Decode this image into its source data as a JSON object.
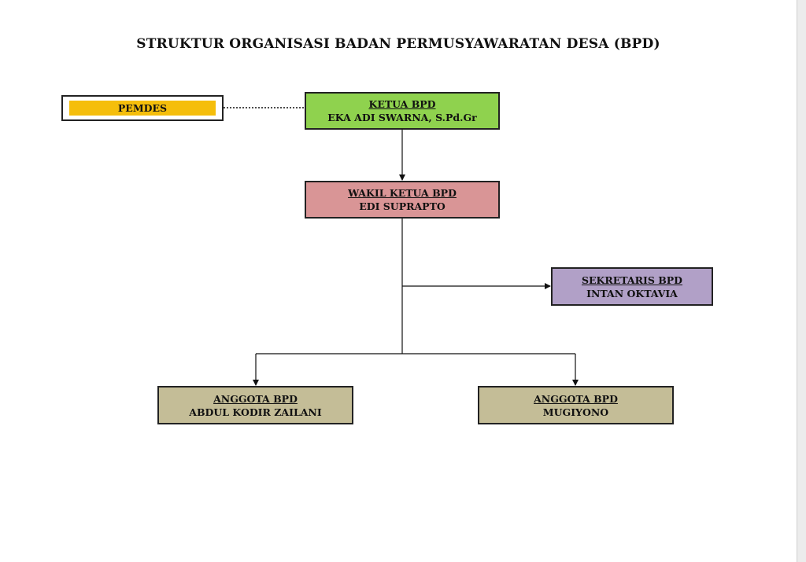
{
  "title": "STRUKTUR ORGANISASI BADAN PERMUSYAWARATAN DESA (BPD)",
  "pemdes": {
    "label": "PEMDES",
    "color": "#f5be0b"
  },
  "ketua": {
    "role": "KETUA BPD",
    "name": "EKA ADI SWARNA, S.Pd.Gr",
    "color": "#8fd24e"
  },
  "wakil": {
    "role": "WAKIL KETUA BPD",
    "name": "EDI SUPRAPTO",
    "color": "#d99596"
  },
  "sekretaris": {
    "role": "SEKRETARIS BPD",
    "name": "INTAN OKTAVIA",
    "color": "#b1a0c7"
  },
  "anggota": [
    {
      "role": "ANGGOTA BPD",
      "name": "ABDUL KODIR ZAILANI",
      "color": "#c4bd97"
    },
    {
      "role": "ANGGOTA BPD",
      "name": "MUGIYONO",
      "color": "#c4bd97"
    }
  ]
}
